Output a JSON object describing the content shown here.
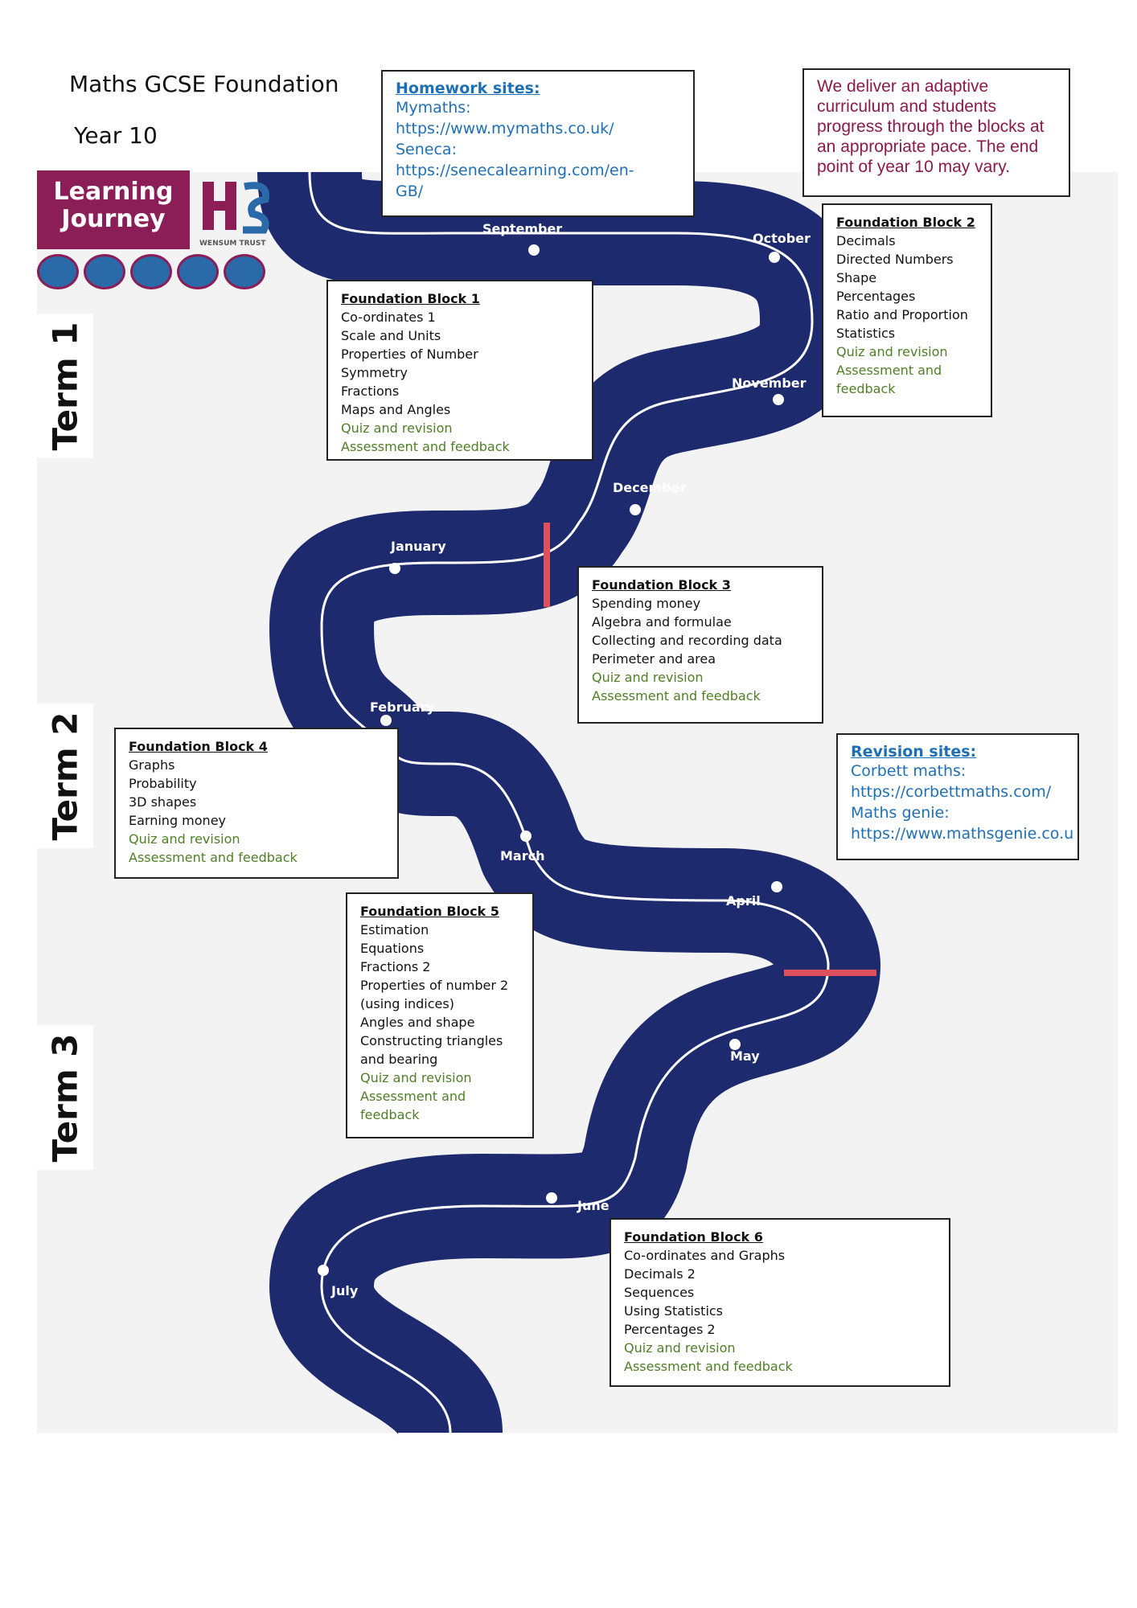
{
  "header": {
    "title": "Maths GCSE Foundation",
    "year": "Year 10"
  },
  "logo": {
    "learning_journey": "Learning Journey",
    "trust": "WENSUM TRUST"
  },
  "homework": {
    "title": "Homework sites:",
    "lines": [
      "Mymaths:",
      "https://www.mymaths.co.uk/",
      "Seneca: https://senecalearning.com/en-",
      "GB/"
    ]
  },
  "note": "We deliver an adaptive curriculum and students progress through the blocks at an appropriate pace. The end point of year 10 may vary.",
  "terms": [
    "Term 1",
    "Term 2",
    "Term 3"
  ],
  "months": [
    "September",
    "October",
    "November",
    "December",
    "January",
    "February",
    "March",
    "April",
    "May",
    "June",
    "July"
  ],
  "blocks": [
    {
      "title": "Foundation Block 1",
      "items": [
        "Co-ordinates 1",
        "Scale and Units",
        "Properties of Number",
        "Symmetry",
        "Fractions",
        "Maps and Angles"
      ],
      "green": [
        "Quiz and revision",
        "Assessment and feedback"
      ]
    },
    {
      "title": "Foundation Block 2",
      "items": [
        "Decimals",
        "Directed Numbers",
        "Shape",
        "Percentages",
        "Ratio and Proportion",
        "Statistics"
      ],
      "green": [
        "Quiz and revision",
        "Assessment and",
        "feedback"
      ]
    },
    {
      "title": "Foundation Block 3",
      "items": [
        "Spending money",
        "Algebra and formulae",
        "Collecting and recording data",
        "Perimeter and area"
      ],
      "green": [
        "Quiz and revision",
        "Assessment and feedback"
      ]
    },
    {
      "title": "Foundation Block 4",
      "items": [
        "Graphs",
        "Probability",
        "3D shapes",
        "Earning money"
      ],
      "green": [
        "Quiz and revision",
        "Assessment and feedback"
      ]
    },
    {
      "title": "Foundation Block 5",
      "items": [
        "Estimation",
        "Equations",
        "Fractions 2",
        "Properties of number 2",
        "(using indices)",
        "Angles and shape",
        "Constructing triangles",
        "and bearing"
      ],
      "green": [
        "Quiz and revision",
        "Assessment and",
        "feedback"
      ]
    },
    {
      "title": "Foundation Block 6",
      "items": [
        "Co-ordinates and Graphs",
        "Decimals 2",
        "Sequences",
        "Using Statistics",
        "Percentages 2"
      ],
      "green": [
        "Quiz and revision",
        "Assessment and feedback"
      ]
    }
  ],
  "revision": {
    "title": "Revision sites:",
    "lines": [
      "Corbett maths:",
      "https://corbettmaths.com/",
      "Maths genie:",
      "https://www.mathsgenie.co.u"
    ]
  },
  "colors": {
    "road": "#1d2a6e",
    "divider": "#e0505c",
    "accent": "#8b1e57",
    "green": "#4f7f26",
    "link": "#1f6fb5"
  }
}
